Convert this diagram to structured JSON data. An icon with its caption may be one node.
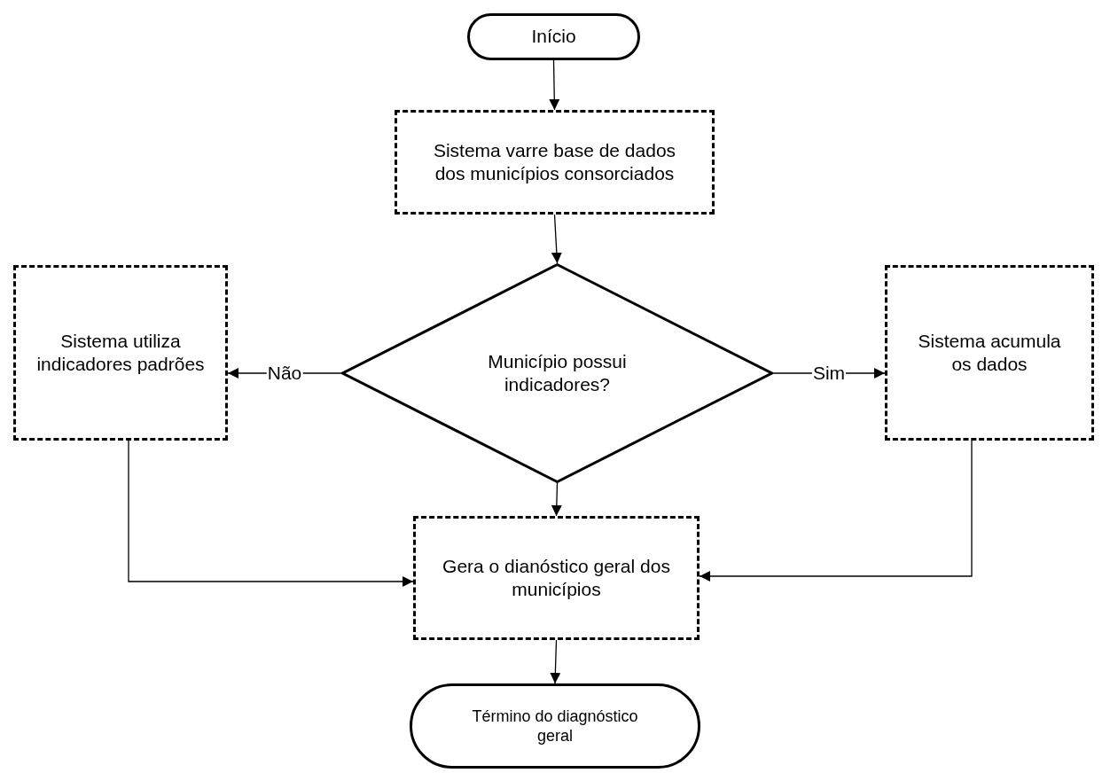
{
  "diagram": {
    "nodes": [
      {
        "text": [
          "Início"
        ]
      },
      {
        "text": [
          "Sistema varre base de dados dos municípios consorciados"
        ]
      },
      {
        "text": [
          "Município possui indicadores?"
        ]
      },
      {
        "text": [
          "Sistema utiliza indicadores padrões"
        ]
      },
      {
        "text": [
          "Sistema acumula os dados"
        ]
      },
      {
        "text": [
          "Gera o dianóstico geral dos municípios"
        ]
      },
      {
        "text": [
          "Término do diagnóstico geral"
        ]
      }
    ],
    "edges": [
      {
        "from": 0,
        "to": 1,
        "arrow": "to"
      },
      {
        "from": 1,
        "to": 2,
        "arrow": "to"
      },
      {
        "from": 2,
        "to": 3,
        "arrow": "to",
        "label": "Não"
      },
      {
        "from": 2,
        "to": 4,
        "arrow": "to",
        "label": "Sim"
      },
      {
        "from": 2,
        "to": 5,
        "arrow": "to"
      },
      {
        "from": 3,
        "to": 5,
        "arrow": "to"
      },
      {
        "from": 4,
        "to": 5,
        "arrow": "to"
      },
      {
        "from": 5,
        "to": 6,
        "arrow": "to"
      }
    ]
  }
}
